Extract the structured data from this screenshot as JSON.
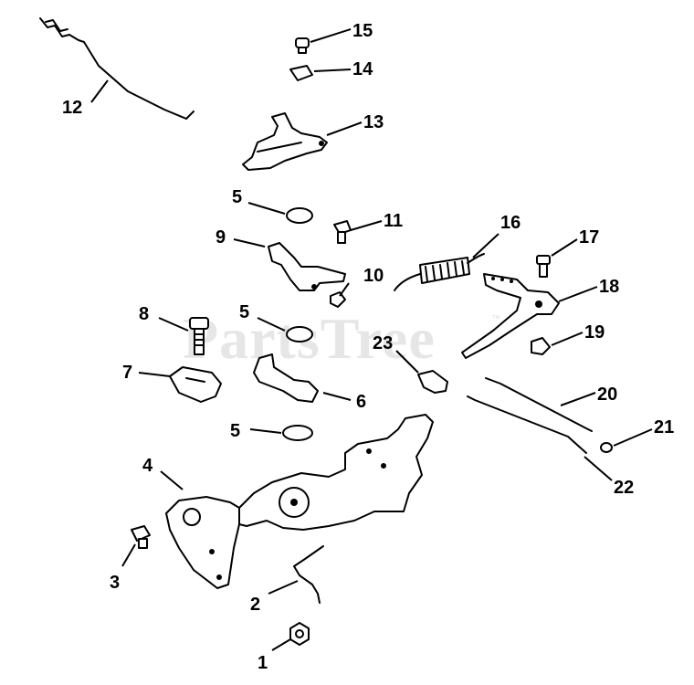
{
  "watermark": {
    "text": "PartsTree",
    "trademark": "™"
  },
  "callouts": [
    {
      "id": "c1",
      "label": "1"
    },
    {
      "id": "c2",
      "label": "2"
    },
    {
      "id": "c3",
      "label": "3"
    },
    {
      "id": "c4",
      "label": "4"
    },
    {
      "id": "c5a",
      "label": "5"
    },
    {
      "id": "c5b",
      "label": "5"
    },
    {
      "id": "c5c",
      "label": "5"
    },
    {
      "id": "c6",
      "label": "6"
    },
    {
      "id": "c7",
      "label": "7"
    },
    {
      "id": "c8",
      "label": "8"
    },
    {
      "id": "c9",
      "label": "9"
    },
    {
      "id": "c10",
      "label": "10"
    },
    {
      "id": "c11",
      "label": "11"
    },
    {
      "id": "c12",
      "label": "12"
    },
    {
      "id": "c13",
      "label": "13"
    },
    {
      "id": "c14",
      "label": "14"
    },
    {
      "id": "c15",
      "label": "15"
    },
    {
      "id": "c16",
      "label": "16"
    },
    {
      "id": "c17",
      "label": "17"
    },
    {
      "id": "c18",
      "label": "18"
    },
    {
      "id": "c19",
      "label": "19"
    },
    {
      "id": "c20",
      "label": "20"
    },
    {
      "id": "c21",
      "label": "21"
    },
    {
      "id": "c22",
      "label": "22"
    },
    {
      "id": "c23",
      "label": "23"
    }
  ]
}
